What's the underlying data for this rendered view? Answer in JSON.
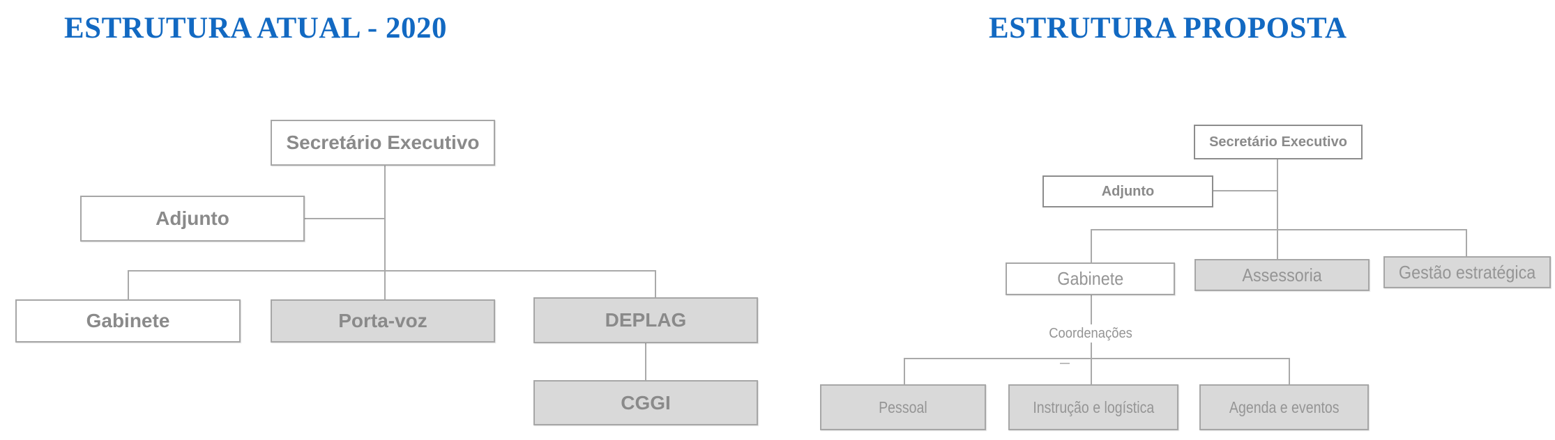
{
  "left": {
    "title": "ESTRUTURA ATUAL - 2020",
    "nodes": {
      "secretario": "Secretário Executivo",
      "adjunto": "Adjunto",
      "gabinete": "Gabinete",
      "porta_voz": "Porta-voz",
      "deplag": "DEPLAG",
      "cggi": "CGGI"
    }
  },
  "right": {
    "title": "ESTRUTURA PROPOSTA",
    "nodes": {
      "secretario": "Secretário Executivo",
      "adjunto": "Adjunto",
      "gabinete": "Gabinete",
      "assessoria": "Assessoria",
      "gestao_estrategica": "Gestão estratégica",
      "coordenacoes": "Coordenações",
      "pessoal": "Pessoal",
      "instrucao_logistica": "Instrução e logística",
      "agenda_eventos": "Agenda e eventos"
    }
  },
  "colors": {
    "title_blue": "#1269c2",
    "box_fill_gray": "#d9d9d9",
    "box_fill_white": "#ffffff",
    "box_border": "#a6a6a6",
    "box_border_dark": "#8c8c8c",
    "label_gray": "#8a8a8a",
    "connector_gray": "#a9a9a9"
  }
}
